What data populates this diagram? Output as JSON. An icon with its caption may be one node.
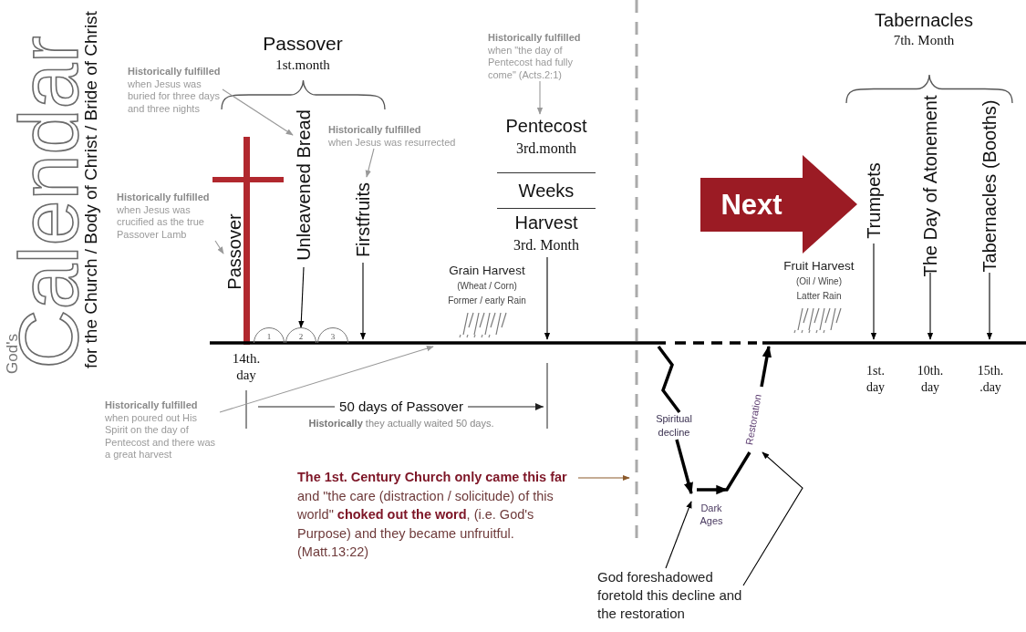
{
  "diagram": {
    "nodes": [
      {
        "text": [
          "Historically fulfilled",
          "when Jesus was buried for three days and three nights"
        ]
      },
      {
        "text": [
          "Historically fulfilled",
          "when Jesus was resurrected"
        ]
      },
      {
        "text": [
          "Historically fulfilled",
          "when Jesus was crucified as the true Passover Lamb"
        ]
      },
      {
        "text": [
          "Passover"
        ]
      },
      {
        "text": [
          "Unleavened Bread"
        ]
      },
      {
        "text": [
          "Firstfruits"
        ]
      },
      {
        "text": [
          "1"
        ]
      },
      {
        "text": [
          "2"
        ]
      },
      {
        "text": [
          "3"
        ]
      },
      {
        "text": [
          "Historically fulfilled",
          "when \"the day of Pentecost had fully come\" (Acts.2:1)"
        ]
      },
      {
        "text": [
          "Pentecost",
          "3rd.month",
          "Weeks",
          "Harvest",
          "3rd. Month"
        ]
      },
      {
        "text": [
          "Grain Harvest",
          "(Wheat / Corn)",
          "Former / early Rain"
        ]
      },
      {
        "text": [
          "Next"
        ]
      },
      {
        "text": [
          "Fruit Harvest",
          "(Oil / Wine)",
          "Latter Rain"
        ]
      },
      {
        "text": [
          "Trumpets"
        ]
      },
      {
        "text": [
          "The Day of Atonement"
        ]
      },
      {
        "text": [
          "Tabernacles (Booths)"
        ]
      },
      {
        "text": [
          "Historically fulfilled",
          "when poured out His Spirit on the day of Pentecost and there was a great harvest"
        ]
      },
      {
        "text": [
          "**The 1st. Century Church only came this far** and \"the care (distraction / solicitude) of this world\"  **choked out the word**, (i.e. God's Purpose) and they became unfruitful. (Matt.13:22)"
        ]
      },
      {
        "text": [
          "Spiritual decline"
        ]
      },
      {
        "text": [
          "Dark Ages"
        ]
      },
      {
        "text": [
          "Restoration"
        ]
      },
      {
        "text": [
          "God foreshadowed foretold this decline and the restoration"
        ]
      },
      {
        "text": [],
        "shape": "bar"
      }
    ],
    "edges": [
      {
        "from": 0,
        "to": 4,
        "arrow": "to",
        "color": "#999999"
      },
      {
        "from": 1,
        "to": 5,
        "arrow": "to",
        "color": "#999999"
      },
      {
        "from": 2,
        "to": 3,
        "arrow": "to",
        "color": "#999999"
      },
      {
        "from": 9,
        "to": 10,
        "arrow": "to",
        "color": "#999999"
      },
      {
        "from": 17,
        "to": 23,
        "arrow": "to",
        "color": "#999999"
      },
      {
        "from": 4,
        "to": 7,
        "arrow": "to"
      },
      {
        "from": 5,
        "to": 23,
        "arrow": "to"
      },
      {
        "from": 10,
        "to": 23,
        "arrow": "to"
      },
      {
        "from": 14,
        "to": 23,
        "arrow": "to"
      },
      {
        "from": 15,
        "to": 23,
        "arrow": "to"
      },
      {
        "from": 16,
        "to": 23,
        "arrow": "to"
      },
      {
        "from": 18,
        "to": null,
        "arrow": "to",
        "color": "#8b5a2b"
      },
      {
        "from": 23,
        "to": 19,
        "arrow": "none",
        "style": "thick"
      },
      {
        "from": 19,
        "to": 20,
        "arrow": "to",
        "style": "thick"
      },
      {
        "from": 20,
        "to": 21,
        "arrow": "to",
        "style": "thick"
      },
      {
        "from": 21,
        "to": 23,
        "arrow": "to",
        "style": "thick"
      },
      {
        "from": 22,
        "to": 20,
        "arrow": "to"
      },
      {
        "from": 22,
        "to": 21,
        "arrow": "to"
      }
    ],
    "labels": [
      "God's",
      "Calendar",
      "for the Church / Body of Christ / Bride of Christ",
      "Passover",
      "1st.month",
      "Tabernacles",
      "7th. Month",
      "14th. day",
      "1st. day",
      "10th. day",
      "15th. .day",
      "50 days of Passover",
      "**Historically** they actually waited 50 days."
    ]
  }
}
